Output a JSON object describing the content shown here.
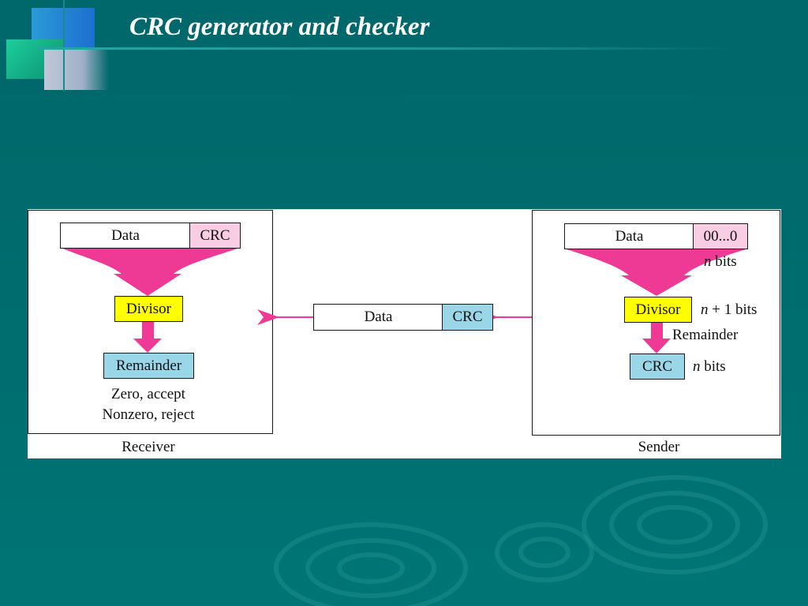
{
  "slide": {
    "title": "CRC generator and checker"
  },
  "colors": {
    "background": "#006b6c",
    "arrow_magenta": "#ee3a95",
    "divisor_yellow": "#ffff00",
    "crc_blue": "#99d6e8",
    "crc_pink": "#f9cde3",
    "padding_pink": "#f9cde3"
  },
  "receiver": {
    "data_label": "Data",
    "crc_label": "CRC",
    "divisor_label": "Divisor",
    "remainder_label": "Remainder",
    "result_line1": "Zero, accept",
    "result_line2": "Nonzero, reject",
    "caption": "Receiver"
  },
  "channel": {
    "data_label": "Data",
    "crc_label": "CRC"
  },
  "sender": {
    "data_label": "Data",
    "padding_label": "00...0",
    "padding_var": "n",
    "padding_unit": "bits",
    "divisor_label": "Divisor",
    "divisor_var": "n",
    "divisor_unit": "+ 1 bits",
    "remainder_label": "Remainder",
    "crc_label": "CRC",
    "crc_var": "n",
    "crc_unit": "bits",
    "caption": "Sender"
  }
}
